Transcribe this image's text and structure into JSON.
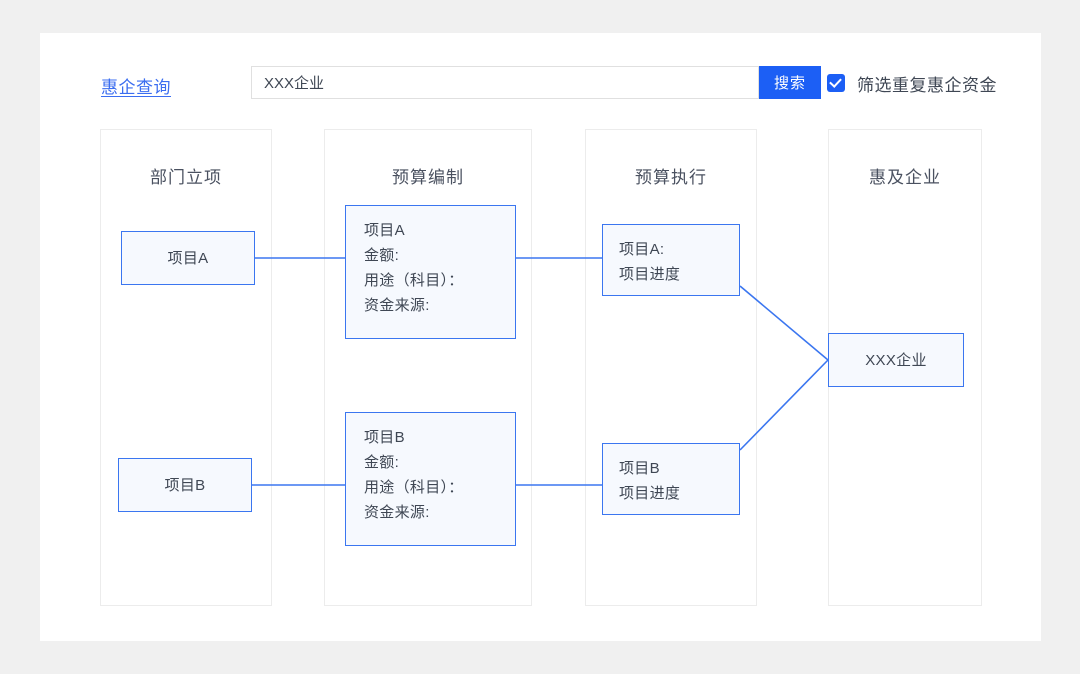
{
  "toolbar": {
    "query_label": "惠企查询",
    "search_value": "XXX企业",
    "search_placeholder": "XXX企业",
    "search_button": "搜索",
    "filter_label": "筛选重复惠企资金",
    "filter_checked": "true",
    "accent_color": "#1c5ff5"
  },
  "columns": [
    {
      "title": "部门立项"
    },
    {
      "title": "预算编制"
    },
    {
      "title": "预算执行"
    },
    {
      "title": "惠及企业"
    }
  ],
  "nodes": {
    "project_a": "项目A",
    "project_b": "项目B",
    "budget_a": {
      "line1": "项目A",
      "line2": "金额:",
      "line3": "用途（科目）：",
      "line4": "资金来源:"
    },
    "budget_b": {
      "line1": "项目B",
      "line2": "金额:",
      "line3": "用途（科目）：",
      "line4": "资金来源:"
    },
    "exec_a": {
      "line1": "项目A:",
      "line2": "项目进度"
    },
    "exec_b": {
      "line1": "项目B",
      "line2": "项目进度"
    },
    "enterprise": "XXX企业"
  },
  "theme": {
    "node_border": "#3b76f0",
    "node_fill": "#f6f9fe",
    "column_border": "#ececec",
    "page_bg": "#f0f0f0",
    "card_bg": "#ffffff"
  }
}
